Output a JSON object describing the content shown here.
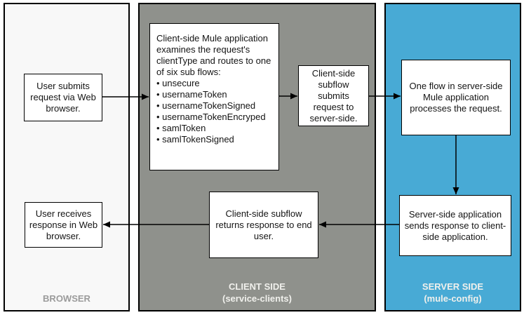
{
  "panels": {
    "browser": {
      "label": "BROWSER",
      "box_submit": "User submits request via Web browser.",
      "box_receive": "User receives response in Web browser."
    },
    "client": {
      "label_line1": "CLIENT SIDE",
      "label_line2": "(service-clients)",
      "box_examine": {
        "intro": "Client-side Mule application examines the request's clientType and routes to one of six sub flows:",
        "bullets": [
          "• unsecure",
          "• usernameToken",
          "• usernameTokenSigned",
          "• usernameTokenEncryped",
          "• samlToken",
          "• samlTokenSigned"
        ]
      },
      "box_submit": "Client-side subflow submits request to server-side.",
      "box_return": "Client-side subflow returns response to end user."
    },
    "server": {
      "label_line1": "SERVER SIDE",
      "label_line2": "(mule-config)",
      "box_process": "One flow in server-side Mule application processes the request.",
      "box_respond": "Server-side application sends response to client-side application."
    }
  },
  "colors": {
    "browser_panel_bg": "#f8f8f8",
    "client_panel_bg": "#8f918c",
    "server_panel_bg": "#48aad5",
    "panel_border": "#000000",
    "box_bg": "#ffffff",
    "box_border": "#000000",
    "box_text": "#141414",
    "browser_label_text": "#9b9b9b",
    "panel_label_text": "#f0f0ec",
    "arrow": "#000000"
  }
}
